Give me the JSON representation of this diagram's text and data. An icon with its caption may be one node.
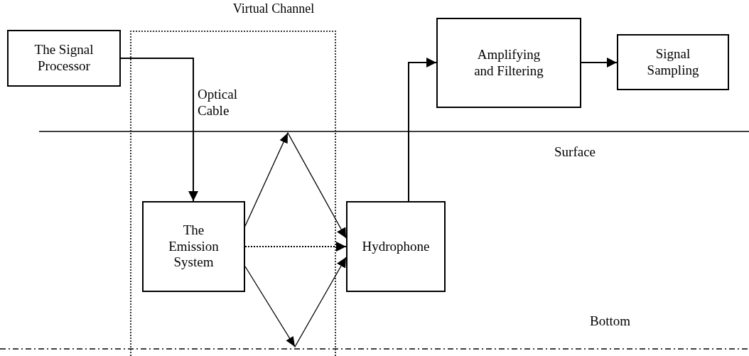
{
  "diagram": {
    "nodes": [
      {
        "text": [
          "Virtual Channel"
        ]
      },
      {
        "text": [
          "The Signal Processor"
        ]
      },
      {
        "text": [
          "The Emission System"
        ],
        "in": 0
      },
      {
        "text": [
          "Hydrophone"
        ]
      },
      {
        "text": [
          "Amplifying and Filtering"
        ]
      },
      {
        "text": [
          "Signal Sampling"
        ]
      }
    ],
    "edges": [
      {
        "from": 1,
        "to": 2,
        "arrow": "to",
        "label": "Optical Cable"
      },
      {
        "from": 2,
        "to": 3,
        "arrow": "to"
      },
      {
        "from": 2,
        "to": 3,
        "arrow": "to",
        "style": "dashed"
      },
      {
        "from": 2,
        "to": 3,
        "arrow": "to"
      },
      {
        "from": 3,
        "to": 4,
        "arrow": "to"
      },
      {
        "from": 4,
        "to": 5,
        "arrow": "to"
      }
    ],
    "labels": [
      "Surface",
      "Bottom"
    ]
  }
}
